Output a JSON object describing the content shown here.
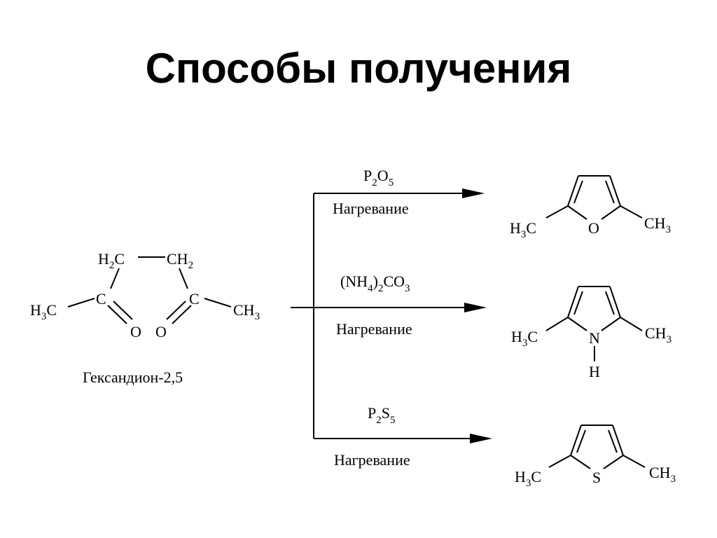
{
  "slide": {
    "title": "Способы получения"
  },
  "reactant": {
    "caption": "Гександион-2,5",
    "atoms": {
      "ch3_left_h": "H",
      "ch3_left_sub": "3",
      "ch3_left_c": "C",
      "c_left": "C",
      "ch2_left_h": "H",
      "ch2_left_sub": "2",
      "ch2_left_c": "C",
      "ch2_right_ch": "CH",
      "ch2_right_sub": "2",
      "c_right": "C",
      "ch3_right_ch": "CH",
      "ch3_right_sub": "3",
      "o_left": "O",
      "o_right": "O"
    }
  },
  "reactions": [
    {
      "reagent_parts": [
        {
          "t": "P",
          "sub": false
        },
        {
          "t": "2",
          "sub": true
        },
        {
          "t": "O",
          "sub": false
        },
        {
          "t": "5",
          "sub": true
        }
      ],
      "condition": "Нагревание",
      "heteroatom": "O",
      "heteroatom_h": ""
    },
    {
      "reagent_parts": [
        {
          "t": "(NH",
          "sub": false
        },
        {
          "t": "4",
          "sub": true
        },
        {
          "t": ")",
          "sub": false
        },
        {
          "t": "2",
          "sub": true
        },
        {
          "t": "CO",
          "sub": false
        },
        {
          "t": "3",
          "sub": true
        }
      ],
      "condition": "Нагревание",
      "heteroatom": "N",
      "heteroatom_h": "H"
    },
    {
      "reagent_parts": [
        {
          "t": "P",
          "sub": false
        },
        {
          "t": "2",
          "sub": true
        },
        {
          "t": "S",
          "sub": false
        },
        {
          "t": "5",
          "sub": true
        }
      ],
      "condition": "Нагревание",
      "heteroatom": "S",
      "heteroatom_h": ""
    }
  ],
  "product_labels": {
    "left_h": "H",
    "left_sub": "3",
    "left_c": "C",
    "right_ch": "CH",
    "right_sub": "3"
  }
}
